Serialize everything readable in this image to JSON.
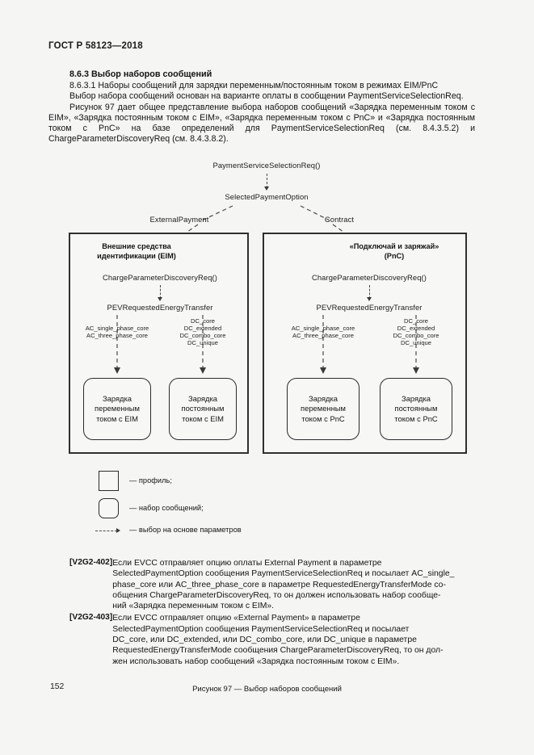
{
  "header": {
    "standard": "ГОСТ Р 58123—2018"
  },
  "intro": {
    "section_title": "8.6.3 Выбор наборов сообщений",
    "p1": "8.6.3.1 Наборы сообщений для зарядки переменным/постоянным током в режимах EIM/PnC",
    "p2": "Выбор набора сообщений основан на варианте оплаты в сообщении PaymentServiceSelectionReq.",
    "p3": "Рисунок 97 дает общее представление выбора наборов сообщений «Зарядка переменным током с EIM», «Зарядка постоянным током с EIM», «Зарядка переменным током с PnC» и «Зарядка постоянным током с PnC» на базе определений для PaymentServiceSelectionReq (см. 8.4.3.5.2) и ChargeParameterDiscoveryReq (см. 8.4.3.8.2)."
  },
  "figure": {
    "root_label": "PaymentServiceSelectionReq()",
    "decision_label": "SelectedPaymentOption",
    "branch_left_label": "ExternalPayment",
    "branch_right_label": "Contract",
    "panels": [
      {
        "title_line1": "Внешние средства",
        "title_line2": "идентификации (EIM)",
        "request": "ChargeParameterDiscoveryReq()",
        "parameter": "PEVRequestedEnergyTransfer",
        "ac_options": "AC_single_phase_core\nAC_three_phase_core",
        "dc_options": "DC_core\nDC_extended\nDC_combo_core\nDC_unique",
        "ac_box": "Зарядка\nпеременным\nтоком с EIM",
        "dc_box": "Зарядка\nпостоянным\nтоком с EIM"
      },
      {
        "title_line1": "«Подключай и заряжай»",
        "title_line2": "(PnC)",
        "request": "ChargeParameterDiscoveryReq()",
        "parameter": "PEVRequestedEnergyTransfer",
        "ac_options": "AC_single_phase_core\nAC_three_phase_core",
        "dc_options": "DC_core\nDC_extended\nDC_combo_core\nDC_unique",
        "ac_box": "Зарядка\nпеременным\nтоком с PnC",
        "dc_box": "Зарядка\nпостоянным\nтоком с PnC"
      }
    ],
    "legend": [
      {
        "shape": "square",
        "text": "— профиль;"
      },
      {
        "shape": "rounded",
        "text": "— набор сообщений;"
      },
      {
        "shape": "dashed-arrow",
        "text": "— выбор на основе параметров"
      }
    ],
    "caption": "Рисунок 97 — Выбор наборов сообщений"
  },
  "requirements": [
    {
      "id": "[V2G2-402]",
      "lines": [
        "Если   EVCC   отправляет   опцию   оплаты   External   Payment   в   параметре",
        "SelectedPaymentOption сообщения PaymentServiceSelectionReq и посылает AC_single_",
        "phase_core или AC_three_phase_core в параметре RequestedEnergyTransferMode со-",
        "общения ChargeParameterDiscoveryReq, то он должен использовать набор сообще-",
        "ний «Зарядка переменным током с EIM»."
      ]
    },
    {
      "id": "[V2G2-403]",
      "lines": [
        "Если   EVCC   отправляет   опцию   «External   Payment»   в   параметре",
        "SelectedPaymentOption      сообщения      PaymentServiceSelectionReq      и      посылает",
        "DC_core,  или  DC_extended,  или  DC_combo_core,  или  DC_unique  в  параметре",
        "RequestedEnergyTransferMode сообщения ChargeParameterDiscoveryReq, то он дол-",
        "жен использовать набор сообщений «Зарядка постоянным током с EIM»."
      ]
    }
  ],
  "page_number": "152"
}
